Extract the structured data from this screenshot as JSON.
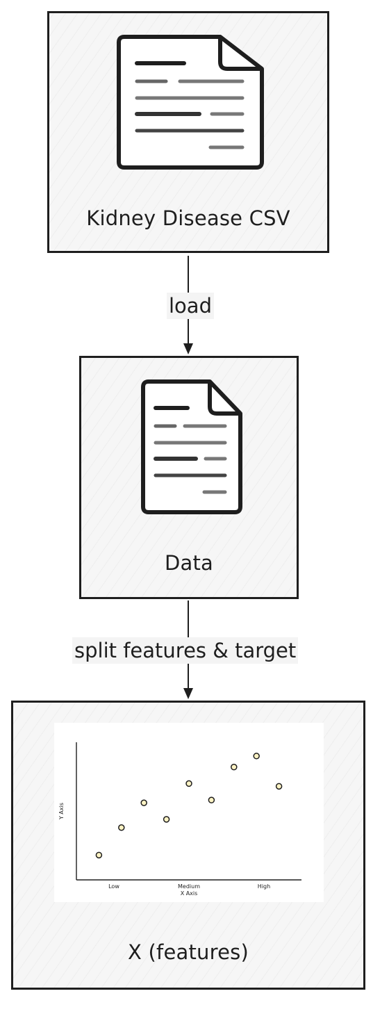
{
  "nodes": {
    "csv": {
      "label": "Kidney Disease CSV",
      "icon": "document-icon"
    },
    "data": {
      "label": "Data",
      "icon": "document-icon"
    },
    "features": {
      "label": "X (features)",
      "icon": "scatter-plot-icon"
    }
  },
  "edges": {
    "load": {
      "label": "load"
    },
    "split": {
      "label": "split features & target"
    }
  },
  "chart_data": {
    "type": "scatter",
    "title": "",
    "xlabel": "X Axis",
    "ylabel": "Y Axis",
    "categories": [
      "Low",
      "Medium",
      "High"
    ],
    "points": [
      {
        "x": 0.1,
        "y": 0.18
      },
      {
        "x": 0.2,
        "y": 0.38
      },
      {
        "x": 0.3,
        "y": 0.56
      },
      {
        "x": 0.4,
        "y": 0.44
      },
      {
        "x": 0.5,
        "y": 0.7
      },
      {
        "x": 0.6,
        "y": 0.58
      },
      {
        "x": 0.7,
        "y": 0.82
      },
      {
        "x": 0.8,
        "y": 0.9
      },
      {
        "x": 0.9,
        "y": 0.68
      }
    ],
    "grid": false,
    "point_color": "#fff3c4"
  }
}
